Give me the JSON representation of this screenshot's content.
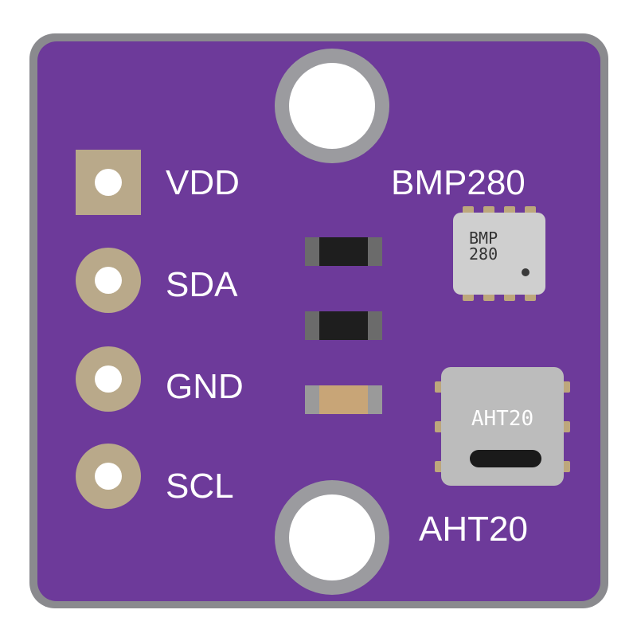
{
  "board": {
    "pcb_color": "#6d3a9a",
    "edge_color": "#8a8a8e",
    "pad_color": "#b9a98a"
  },
  "pins": [
    {
      "label": "VDD",
      "pad_shape": "square"
    },
    {
      "label": "SDA",
      "pad_shape": "round"
    },
    {
      "label": "GND",
      "pad_shape": "round"
    },
    {
      "label": "SCL",
      "pad_shape": "round"
    }
  ],
  "components": {
    "bmp280": {
      "silkscreen_label": "BMP280",
      "chip_line1": "BMP",
      "chip_line2": "280"
    },
    "aht20": {
      "silkscreen_label": "AHT20",
      "chip_marking": "AHT20"
    },
    "passives": [
      "resistor",
      "resistor",
      "capacitor"
    ]
  },
  "mounting_holes": [
    "top-hole",
    "bottom-hole"
  ]
}
